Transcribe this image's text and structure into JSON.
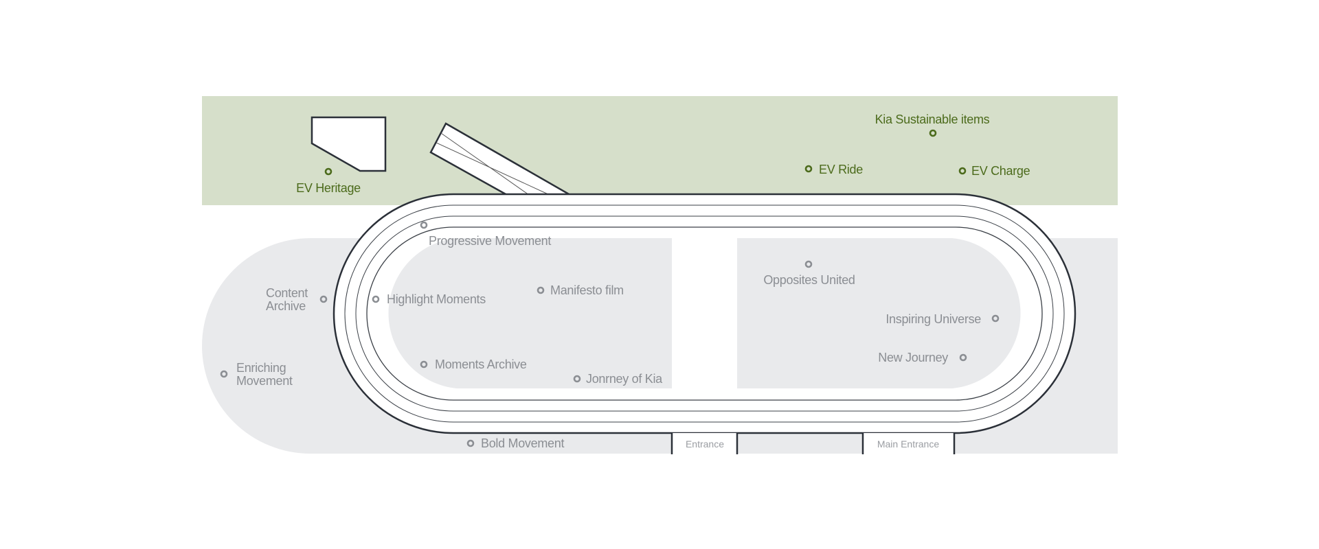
{
  "colors": {
    "green_zone": "#d6dfca",
    "green_text": "#4c6b1c",
    "gray_zone": "#e9eaec",
    "gray_text": "#8b8e93",
    "track_stroke": "#2b3038"
  },
  "green_zone": {
    "ev_heritage": "EV Heritage",
    "kia_sustainable_items": "Kia Sustainable items",
    "ev_ride": "EV Ride",
    "ev_charge": "EV Charge"
  },
  "gray_zone": {
    "progressive_movement": "Progressive Movement",
    "content_archive": [
      "Content",
      "Archive"
    ],
    "highlight_moments": "Highlight Moments",
    "manifesto_film": "Manifesto film",
    "opposites_united": "Opposites United",
    "inspiring_universe": "Inspiring Universe",
    "new_journey": "New Journey",
    "moments_archive": "Moments Archive",
    "jonrney_of_kia": "Jonrney of Kia",
    "enriching_movement": [
      "Enriching",
      "Movement"
    ],
    "bold_movement": "Bold Movement"
  },
  "entrances": {
    "entrance": "Entrance",
    "main_entrance": "Main Entrance"
  }
}
